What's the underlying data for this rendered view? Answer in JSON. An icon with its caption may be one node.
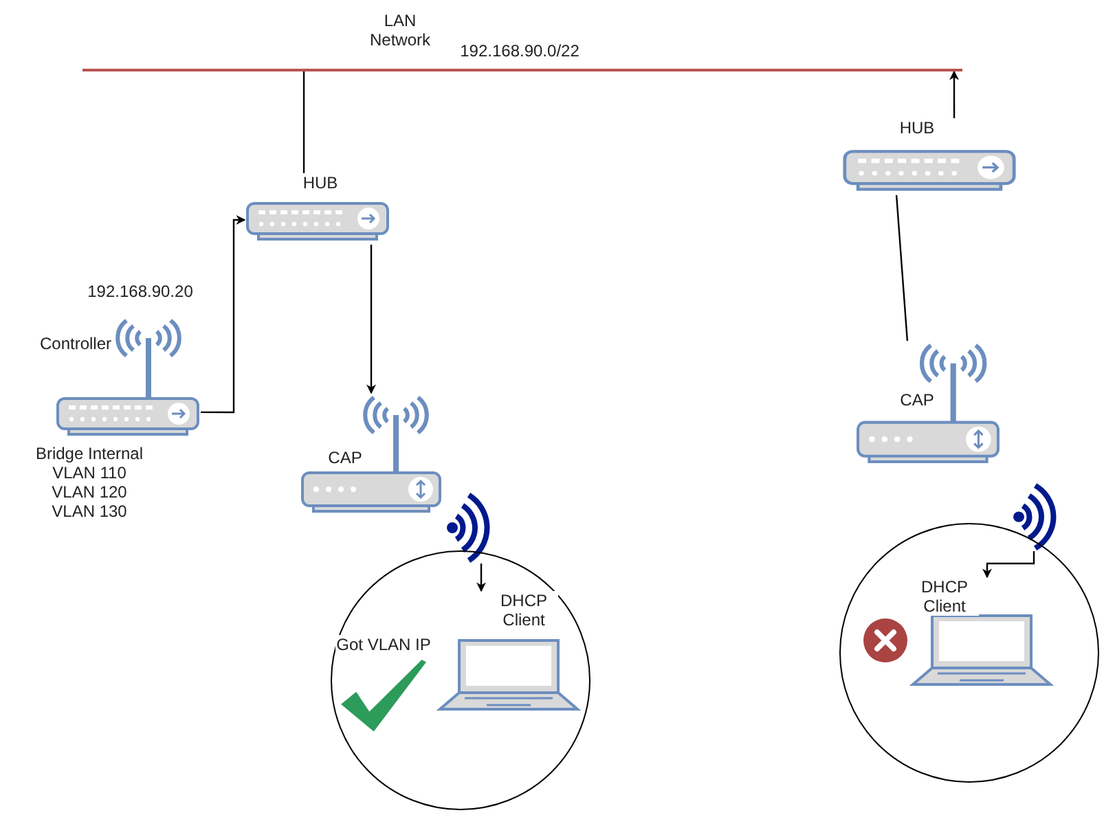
{
  "diagram": {
    "nodes": [
      {
        "text": [
          "LAN Network",
          "192.168.90.0/22"
        ]
      },
      {
        "text": [
          "HUB"
        ]
      },
      {
        "text": [
          "192.168.90.20",
          "Controller",
          "Bridge Internal VLAN 110 VLAN 120 VLAN 130"
        ]
      },
      {
        "text": [
          "CAP"
        ]
      },
      {
        "text": [],
        "shape": "picture"
      },
      {
        "text": [],
        "shape": "circle"
      },
      {
        "text": [
          "DHCP Client"
        ],
        "in": 5
      },
      {
        "text": [
          "Got VLAN IP"
        ],
        "in": 5
      },
      {
        "text": [
          "HUB"
        ]
      },
      {
        "text": [
          "CAP"
        ]
      },
      {
        "text": [],
        "shape": "picture"
      },
      {
        "text": [],
        "shape": "circle"
      },
      {
        "text": [
          "DHCP Client"
        ],
        "in": 11
      },
      {
        "text": [],
        "shape": "circle",
        "in": 11
      }
    ],
    "edges": [
      {
        "from": 1,
        "to": 0,
        "arrow": "none"
      },
      {
        "from": 2,
        "to": 1,
        "arrow": "to"
      },
      {
        "from": 1,
        "to": 3,
        "arrow": "to"
      },
      {
        "from": 4,
        "to": 6,
        "arrow": "to"
      },
      {
        "from": 8,
        "to": 0,
        "arrow": "to"
      },
      {
        "from": 9,
        "to": 8,
        "arrow": "none"
      },
      {
        "from": 10,
        "to": 12,
        "arrow": "to"
      }
    ]
  }
}
